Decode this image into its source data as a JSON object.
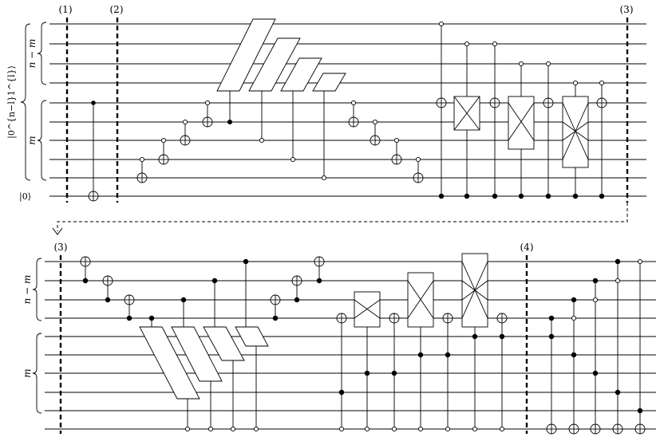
{
  "top": {
    "markers": [
      "(1)",
      "(2)",
      "(3)"
    ],
    "register_labels": {
      "outer": "|0^{n−l}1^{l}⟩",
      "upper": "n − m",
      "lower": "m",
      "ancilla": "|0⟩"
    }
  },
  "bottom": {
    "markers": [
      "(3)",
      "(4)"
    ],
    "register_labels": {
      "upper": "n − m",
      "lower": "m"
    }
  },
  "continuation_arrow": "dashed-continuation-arrow"
}
